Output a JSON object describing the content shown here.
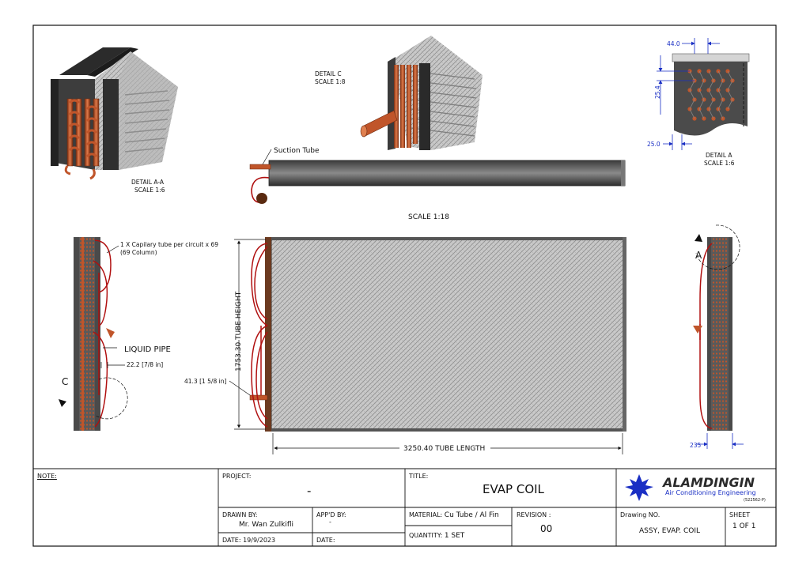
{
  "details": {
    "detail_aa": {
      "title": "DETAIL  A-A",
      "scale": "SCALE 1:6"
    },
    "detail_c": {
      "title": "DETAIL  C",
      "scale": "SCALE 1:8"
    },
    "detail_a": {
      "title": "DETAIL  A",
      "scale": "SCALE 1:6"
    }
  },
  "annotations": {
    "suction_tube": "Suction Tube",
    "main_scale": "SCALE 1:18",
    "capillary_line1": "1 X Capilary tube per circuit x 69",
    "capillary_line2": "(69 Column)",
    "liquid_pipe": "LIQUID PIPE",
    "pipe_dim": "22.2 [7/8 in]",
    "c_label": "C",
    "a_label": "A",
    "suction_dim": "41.3 [1 5/8 in]",
    "tube_height": "1753.30 TUBE HEIGHT",
    "tube_length": "3250.40 TUBE LENGTH",
    "side_dim": "235",
    "fin_pitch_dim": "44.0",
    "row_pitch_dim": "25.4",
    "tube_pitch_dim": "25.0"
  },
  "title_block": {
    "note_label": "NOTE:",
    "project_label": "PROJECT:",
    "project_value": "-",
    "title_label": "TITLE:",
    "title_value": "EVAP COIL",
    "drawn_by_label": "DRAWN BY:",
    "drawn_by_value": "Mr. Wan Zulkifli",
    "appd_by_label": "APP'D BY:",
    "appd_by_value": "-",
    "date_label": "DATE:",
    "date_value": "19/9/2023",
    "date2_label": "DATE:",
    "material_label": "MATERIAL:",
    "material_value": "Cu Tube / Al Fin",
    "quantity_label": "QUANTITY:",
    "quantity_value": "1 SET",
    "revision_label": "REVISION :",
    "revision_value": "00",
    "drawing_no_label": "Drawing NO.",
    "drawing_no_value": "ASSY, EVAP. COIL",
    "sheet_label": "SHEET",
    "sheet_value": "1   OF   1",
    "logo_name": "ALAMDINGIN",
    "logo_sub": "Air Conditioning Engineering",
    "logo_reg": "(522562-P)"
  },
  "colors": {
    "copper": "#c0552a",
    "dim_blue": "#1a2fc4",
    "red_tube": "#b01010",
    "fin": "#b9b9b9",
    "frame": "#4a4a4a"
  }
}
